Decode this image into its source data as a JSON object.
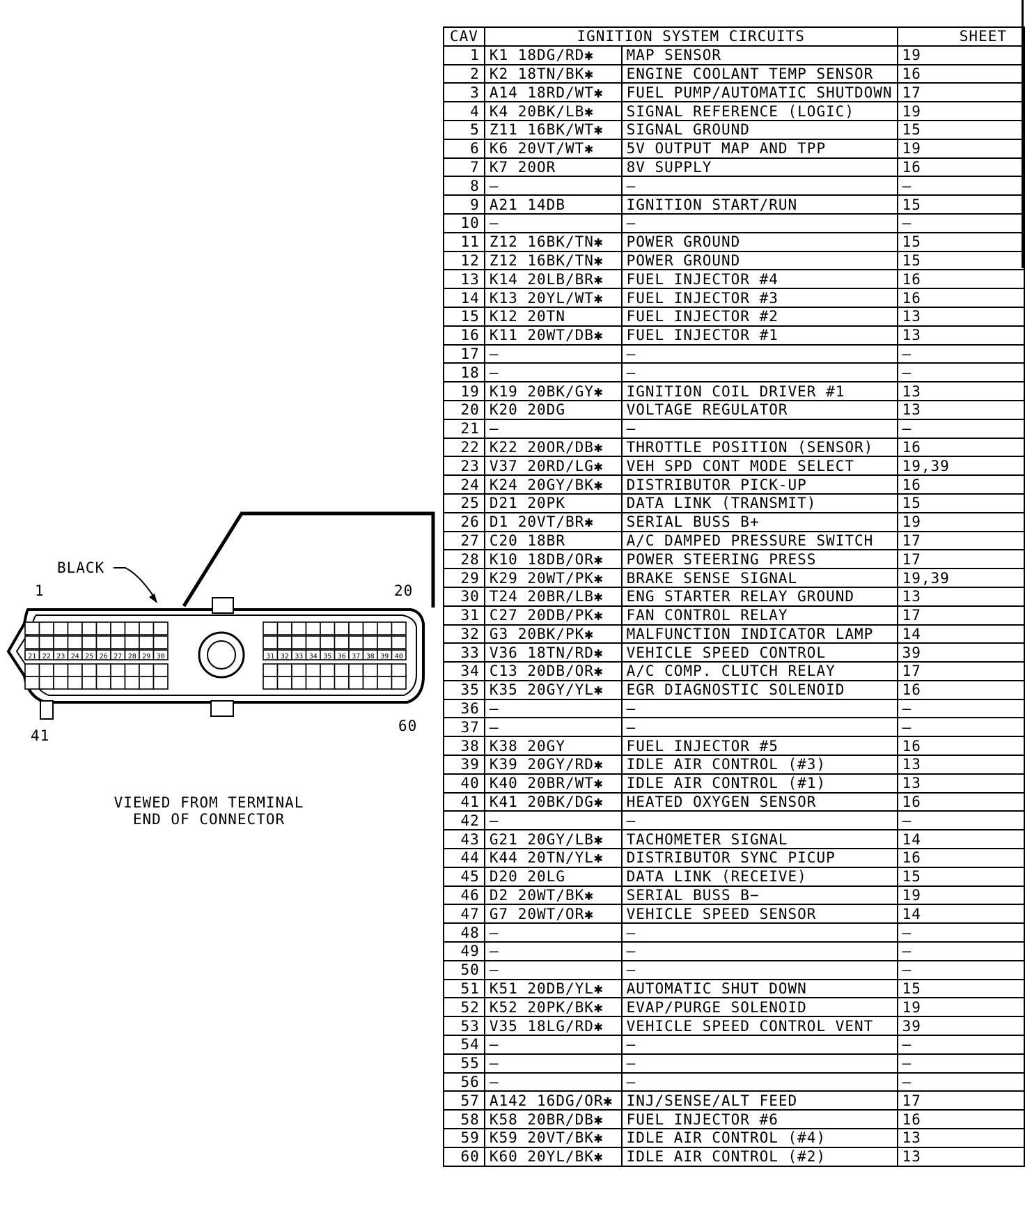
{
  "diagram": {
    "label_black": "BLACK",
    "pin_first_top": "1",
    "pin_last_top": "20",
    "pin_first_bottom": "41",
    "pin_last_bottom": "60",
    "middle_row_left": [
      "21",
      "22",
      "23",
      "24",
      "25",
      "26",
      "27",
      "28",
      "29",
      "30"
    ],
    "middle_row_right": [
      "31",
      "32",
      "33",
      "34",
      "35",
      "36",
      "37",
      "38",
      "39",
      "40"
    ],
    "view_line1": "VIEWED FROM TERMINAL",
    "view_line2": "END OF CONNECTOR"
  },
  "table": {
    "headers": {
      "cav": "CAV",
      "circuits": "IGNITION SYSTEM CIRCUITS",
      "sheet": "SHEET"
    },
    "rows": [
      {
        "cav": "1",
        "wire": "K1 18DG/RD✱",
        "function": "MAP SENSOR",
        "sheet": "19"
      },
      {
        "cav": "2",
        "wire": "K2 18TN/BK✱",
        "function": "ENGINE COOLANT TEMP SENSOR",
        "sheet": "16"
      },
      {
        "cav": "3",
        "wire": "A14 18RD/WT✱",
        "function": "FUEL PUMP/AUTOMATIC SHUTDOWN",
        "sheet": "17"
      },
      {
        "cav": "4",
        "wire": "K4 20BK/LB✱",
        "function": "SIGNAL REFERENCE (LOGIC)",
        "sheet": "19"
      },
      {
        "cav": "5",
        "wire": "Z11 16BK/WT✱",
        "function": "SIGNAL GROUND",
        "sheet": "15"
      },
      {
        "cav": "6",
        "wire": "K6 20VT/WT✱",
        "function": "5V OUTPUT MAP AND TPP",
        "sheet": "19"
      },
      {
        "cav": "7",
        "wire": "K7 20OR",
        "function": "8V SUPPLY",
        "sheet": "16"
      },
      {
        "cav": "8",
        "wire": "—",
        "function": "—",
        "sheet": "—"
      },
      {
        "cav": "9",
        "wire": "A21 14DB",
        "function": "IGNITION START/RUN",
        "sheet": "15"
      },
      {
        "cav": "10",
        "wire": "—",
        "function": "—",
        "sheet": "—"
      },
      {
        "cav": "11",
        "wire": "Z12 16BK/TN✱",
        "function": "POWER GROUND",
        "sheet": "15"
      },
      {
        "cav": "12",
        "wire": "Z12 16BK/TN✱",
        "function": "POWER GROUND",
        "sheet": "15"
      },
      {
        "cav": "13",
        "wire": "K14 20LB/BR✱",
        "function": "FUEL INJECTOR #4",
        "sheet": "16"
      },
      {
        "cav": "14",
        "wire": "K13 20YL/WT✱",
        "function": "FUEL INJECTOR #3",
        "sheet": "16"
      },
      {
        "cav": "15",
        "wire": "K12 20TN",
        "function": "FUEL INJECTOR #2",
        "sheet": "13"
      },
      {
        "cav": "16",
        "wire": "K11 20WT/DB✱",
        "function": "FUEL INJECTOR #1",
        "sheet": "13"
      },
      {
        "cav": "17",
        "wire": "—",
        "function": "—",
        "sheet": "—"
      },
      {
        "cav": "18",
        "wire": "—",
        "function": "—",
        "sheet": "—"
      },
      {
        "cav": "19",
        "wire": "K19 20BK/GY✱",
        "function": "IGNITION COIL DRIVER #1",
        "sheet": "13"
      },
      {
        "cav": "20",
        "wire": "K20 20DG",
        "function": "VOLTAGE REGULATOR",
        "sheet": "13"
      },
      {
        "cav": "21",
        "wire": "—",
        "function": "—",
        "sheet": "—"
      },
      {
        "cav": "22",
        "wire": "K22 20OR/DB✱",
        "function": "THROTTLE POSITION (SENSOR)",
        "sheet": "16"
      },
      {
        "cav": "23",
        "wire": "V37 20RD/LG✱",
        "function": "VEH SPD CONT MODE SELECT",
        "sheet": "19,39"
      },
      {
        "cav": "24",
        "wire": "K24 20GY/BK✱",
        "function": "DISTRIBUTOR PICK-UP",
        "sheet": "16"
      },
      {
        "cav": "25",
        "wire": "D21 20PK",
        "function": "DATA LINK (TRANSMIT)",
        "sheet": "15"
      },
      {
        "cav": "26",
        "wire": "D1 20VT/BR✱",
        "function": "SERIAL BUSS B+",
        "sheet": "19"
      },
      {
        "cav": "27",
        "wire": "C20 18BR",
        "function": "A/C DAMPED PRESSURE SWITCH",
        "sheet": "17"
      },
      {
        "cav": "28",
        "wire": "K10 18DB/OR✱",
        "function": "POWER STEERING PRESS",
        "sheet": "17"
      },
      {
        "cav": "29",
        "wire": "K29 20WT/PK✱",
        "function": "BRAKE SENSE SIGNAL",
        "sheet": "19,39"
      },
      {
        "cav": "30",
        "wire": "T24 20BR/LB✱",
        "function": "ENG STARTER RELAY GROUND",
        "sheet": "13"
      },
      {
        "cav": "31",
        "wire": "C27 20DB/PK✱",
        "function": "FAN CONTROL RELAY",
        "sheet": "17"
      },
      {
        "cav": "32",
        "wire": "G3 20BK/PK✱",
        "function": "MALFUNCTION INDICATOR LAMP",
        "sheet": "14"
      },
      {
        "cav": "33",
        "wire": "V36 18TN/RD✱",
        "function": "VEHICLE SPEED CONTROL",
        "sheet": "39"
      },
      {
        "cav": "34",
        "wire": "C13 20DB/OR✱",
        "function": "A/C COMP. CLUTCH RELAY",
        "sheet": "17"
      },
      {
        "cav": "35",
        "wire": "K35 20GY/YL✱",
        "function": "EGR DIAGNOSTIC SOLENOID",
        "sheet": "16"
      },
      {
        "cav": "36",
        "wire": "—",
        "function": "—",
        "sheet": "—"
      },
      {
        "cav": "37",
        "wire": "—",
        "function": "—",
        "sheet": "—"
      },
      {
        "cav": "38",
        "wire": "K38 20GY",
        "function": "FUEL INJECTOR #5",
        "sheet": "16"
      },
      {
        "cav": "39",
        "wire": "K39 20GY/RD✱",
        "function": "IDLE AIR CONTROL (#3)",
        "sheet": "13"
      },
      {
        "cav": "40",
        "wire": "K40 20BR/WT✱",
        "function": "IDLE AIR CONTROL (#1)",
        "sheet": "13"
      },
      {
        "cav": "41",
        "wire": "K41 20BK/DG✱",
        "function": "HEATED OXYGEN SENSOR",
        "sheet": "16"
      },
      {
        "cav": "42",
        "wire": "—",
        "function": "—",
        "sheet": "—"
      },
      {
        "cav": "43",
        "wire": "G21 20GY/LB✱",
        "function": "TACHOMETER SIGNAL",
        "sheet": "14"
      },
      {
        "cav": "44",
        "wire": "K44 20TN/YL✱",
        "function": "DISTRIBUTOR SYNC PICUP",
        "sheet": "16"
      },
      {
        "cav": "45",
        "wire": "D20 20LG",
        "function": "DATA LINK (RECEIVE)",
        "sheet": "15"
      },
      {
        "cav": "46",
        "wire": "D2 20WT/BK✱",
        "function": "SERIAL BUSS B−",
        "sheet": "19"
      },
      {
        "cav": "47",
        "wire": "G7 20WT/OR✱",
        "function": "VEHICLE SPEED SENSOR",
        "sheet": "14"
      },
      {
        "cav": "48",
        "wire": "—",
        "function": "—",
        "sheet": "—"
      },
      {
        "cav": "49",
        "wire": "—",
        "function": "—",
        "sheet": "—"
      },
      {
        "cav": "50",
        "wire": "—",
        "function": "—",
        "sheet": "—"
      },
      {
        "cav": "51",
        "wire": "K51 20DB/YL✱",
        "function": "AUTOMATIC SHUT DOWN",
        "sheet": "15"
      },
      {
        "cav": "52",
        "wire": "K52 20PK/BK✱",
        "function": "EVAP/PURGE SOLENOID",
        "sheet": "19"
      },
      {
        "cav": "53",
        "wire": "V35 18LG/RD✱",
        "function": "VEHICLE SPEED CONTROL VENT",
        "sheet": "39"
      },
      {
        "cav": "54",
        "wire": "—",
        "function": "—",
        "sheet": "—"
      },
      {
        "cav": "55",
        "wire": "—",
        "function": "—",
        "sheet": "—"
      },
      {
        "cav": "56",
        "wire": "—",
        "function": "—",
        "sheet": "—"
      },
      {
        "cav": "57",
        "wire": "A142 16DG/OR✱",
        "function": "INJ/SENSE/ALT FEED",
        "sheet": "17"
      },
      {
        "cav": "58",
        "wire": "K58 20BR/DB✱",
        "function": "FUEL INJECTOR #6",
        "sheet": "16"
      },
      {
        "cav": "59",
        "wire": "K59 20VT/BK✱",
        "function": "IDLE AIR CONTROL (#4)",
        "sheet": "13"
      },
      {
        "cav": "60",
        "wire": "K60 20YL/BK✱",
        "function": "IDLE AIR CONTROL (#2)",
        "sheet": "13"
      }
    ]
  }
}
